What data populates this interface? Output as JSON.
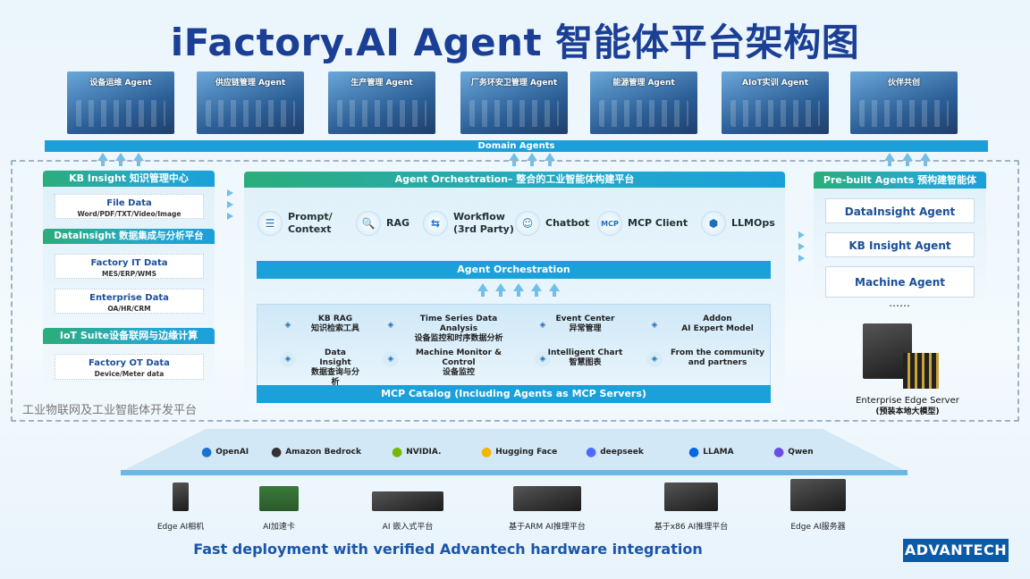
{
  "title": "iFactory.AI Agent 智能体平台架构图",
  "domain_agents": {
    "label": "Domain Agents",
    "items": [
      "设备运维 Agent",
      "供应链管理 Agent",
      "生产管理 Agent",
      "厂务环安卫管理 Agent",
      "能源管理 Agent",
      "AIoT实训 Agent",
      "伙伴共创"
    ]
  },
  "left": {
    "kb_header": "KB Insight 知识管理中心",
    "file_data": {
      "title": "File Data",
      "sub": "Word/PDF/TXT/Video/Image"
    },
    "di_header": "DataInsight 数据集成与分析平台",
    "it_data": {
      "title": "Factory IT Data",
      "sub": "MES/ERP/WMS"
    },
    "ent_data": {
      "title": "Enterprise Data",
      "sub": "OA/HR/CRM"
    },
    "iot_header": "IoT Suite设备联网与边缘计算",
    "ot_data": {
      "title": "Factory OT Data",
      "sub": "Device/Meter data"
    }
  },
  "platform_label": "工业物联网及工业智能体开发平台",
  "center": {
    "header": "Agent Orchestration– 整合的工业智能体构建平台",
    "tools": [
      {
        "l1": "Prompt/",
        "l2": "Context",
        "icon": "prompt-icon"
      },
      {
        "l1": "RAG",
        "l2": "",
        "icon": "folder-search-icon"
      },
      {
        "l1": "Workflow",
        "l2": "(3rd Party)",
        "icon": "workflow-icon"
      },
      {
        "l1": "Chatbot",
        "l2": "",
        "icon": "robot-icon"
      },
      {
        "l1": "MCP Client",
        "l2": "",
        "icon": "mcp-icon",
        "glyph": "MCP"
      },
      {
        "l1": "LLMOps",
        "l2": "",
        "icon": "cube-icon"
      }
    ],
    "orch_bar": "Agent Orchestration",
    "mcp_items": [
      {
        "l1": "KB RAG",
        "l2": "知识检索工具"
      },
      {
        "l1": "Time Series Data Analysis",
        "l2": "设备监控和时序数据分析"
      },
      {
        "l1": "Event Center",
        "l2": "异常管理"
      },
      {
        "l1": "Addon",
        "l2": "AI Expert Model"
      },
      {
        "l1": "Data Insight",
        "l2": "数据查询与分析"
      },
      {
        "l1": "Machine Monitor & Control",
        "l2": "设备监控"
      },
      {
        "l1": "Intelligent Chart",
        "l2": "智慧图表"
      },
      {
        "l1": "From the community",
        "l2": "and partners"
      }
    ],
    "mcp_bar": "MCP Catalog (Including Agents as MCP Servers)"
  },
  "right": {
    "header": "Pre-built Agents 预构建智能体",
    "agents": [
      "DataInsight Agent",
      "KB Insight Agent",
      "Machine Agent"
    ],
    "more": "……",
    "server_l1": "Enterprise Edge Server",
    "server_l2": "(预装本地大模型)"
  },
  "models": [
    "OpenAI",
    "Amazon Bedrock",
    "NVIDIA.",
    "Hugging Face",
    "deepseek",
    "LLAMA",
    "Qwen"
  ],
  "hardware": [
    "Edge AI相机",
    "AI加速卡",
    "AI 嵌入式平台",
    "基于ARM AI推理平台",
    "基于x86 AI推理平台",
    "Edge AI服务器"
  ],
  "footer": "Fast deployment with verified Advantech hardware integration",
  "brand": "ADVANTECH",
  "colors": {
    "title": "#1b3f95",
    "bar": "#1ca0da",
    "header_green": "#2bad7a",
    "brand": "#0a5aa8"
  }
}
